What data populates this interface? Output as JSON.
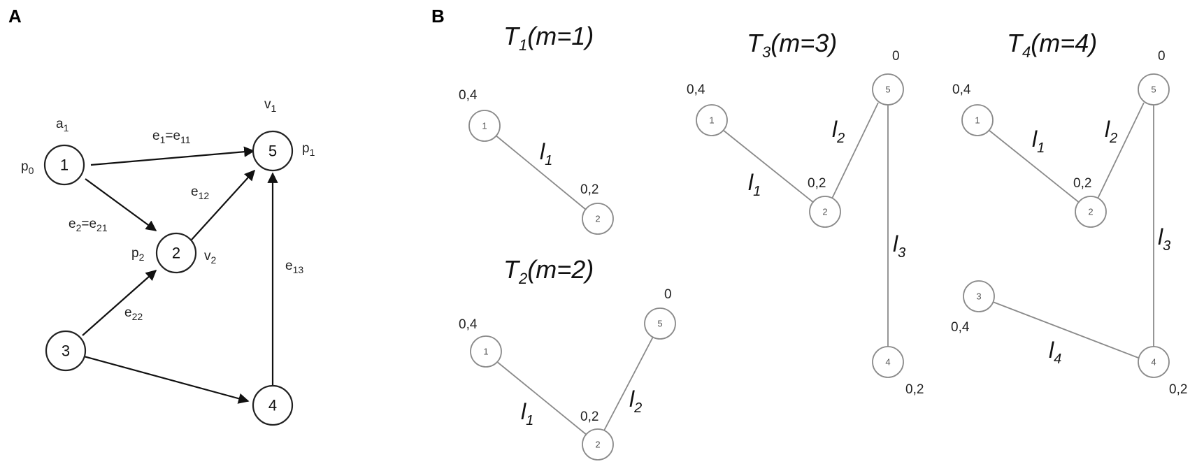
{
  "panels": {
    "a": "A",
    "b": "B"
  },
  "panel_a": {
    "nodes": [
      {
        "id": "1",
        "label": "1"
      },
      {
        "id": "2",
        "label": "2"
      },
      {
        "id": "3",
        "label": "3"
      },
      {
        "id": "4",
        "label": "4"
      },
      {
        "id": "5",
        "label": "5"
      }
    ],
    "edges": [
      {
        "from": "1",
        "to": "5"
      },
      {
        "from": "1",
        "to": "2"
      },
      {
        "from": "2",
        "to": "5"
      },
      {
        "from": "3",
        "to": "2"
      },
      {
        "from": "3",
        "to": "4"
      },
      {
        "from": "4",
        "to": "5"
      }
    ],
    "labels": {
      "a1": {
        "base": "a",
        "sub": "1"
      },
      "p0": {
        "base": "p",
        "sub": "0"
      },
      "v1": {
        "base": "v",
        "sub": "1"
      },
      "p1": {
        "base": "p",
        "sub": "1"
      },
      "p2": {
        "base": "p",
        "sub": "2"
      },
      "v2": {
        "base": "v",
        "sub": "2"
      },
      "e1": {
        "b1": "e",
        "s1": "1",
        "eq": "=e",
        "s2": "11"
      },
      "e2": {
        "b1": "e",
        "s1": "2",
        "eq": "=e",
        "s2": "21"
      },
      "e12": {
        "base": "e",
        "sub": "12"
      },
      "e13": {
        "base": "e",
        "sub": "13"
      },
      "e22": {
        "base": "e",
        "sub": "22"
      }
    }
  },
  "panel_b": {
    "trees": [
      {
        "title": {
          "T": "T",
          "sub": "1",
          "rest": "(m=1)"
        },
        "nodes": [
          "1",
          "2"
        ],
        "weights": [
          "0,4",
          "0,2"
        ],
        "edges": [
          {
            "from": "1",
            "to": "2",
            "label": {
              "l": "l",
              "sub": "1"
            }
          }
        ]
      },
      {
        "title": {
          "T": "T",
          "sub": "2",
          "rest": "(m=2)"
        },
        "nodes": [
          "1",
          "2",
          "5"
        ],
        "weights": [
          "0,4",
          "0,2",
          "0"
        ],
        "edges": [
          {
            "from": "1",
            "to": "2",
            "label": {
              "l": "l",
              "sub": "1"
            }
          },
          {
            "from": "2",
            "to": "5",
            "label": {
              "l": "l",
              "sub": "2"
            }
          }
        ]
      },
      {
        "title": {
          "T": "T",
          "sub": "3",
          "rest": "(m=3)"
        },
        "nodes": [
          "1",
          "2",
          "5",
          "4"
        ],
        "weights": [
          "0,4",
          "0,2",
          "0",
          "0,2"
        ],
        "edges": [
          {
            "from": "1",
            "to": "2",
            "label": {
              "l": "l",
              "sub": "1"
            }
          },
          {
            "from": "2",
            "to": "5",
            "label": {
              "l": "l",
              "sub": "2"
            }
          },
          {
            "from": "5",
            "to": "4",
            "label": {
              "l": "l",
              "sub": "3"
            }
          }
        ]
      },
      {
        "title": {
          "T": "T",
          "sub": "4",
          "rest": "(m=4)"
        },
        "nodes": [
          "1",
          "2",
          "5",
          "3",
          "4"
        ],
        "weights": [
          "0,4",
          "0,2",
          "0",
          "0,4",
          "0,2"
        ],
        "edges": [
          {
            "from": "1",
            "to": "2",
            "label": {
              "l": "l",
              "sub": "1"
            }
          },
          {
            "from": "2",
            "to": "5",
            "label": {
              "l": "l",
              "sub": "2"
            }
          },
          {
            "from": "5",
            "to": "4",
            "label": {
              "l": "l",
              "sub": "3"
            }
          },
          {
            "from": "3",
            "to": "4",
            "label": {
              "l": "l",
              "sub": "4"
            }
          }
        ]
      }
    ]
  }
}
